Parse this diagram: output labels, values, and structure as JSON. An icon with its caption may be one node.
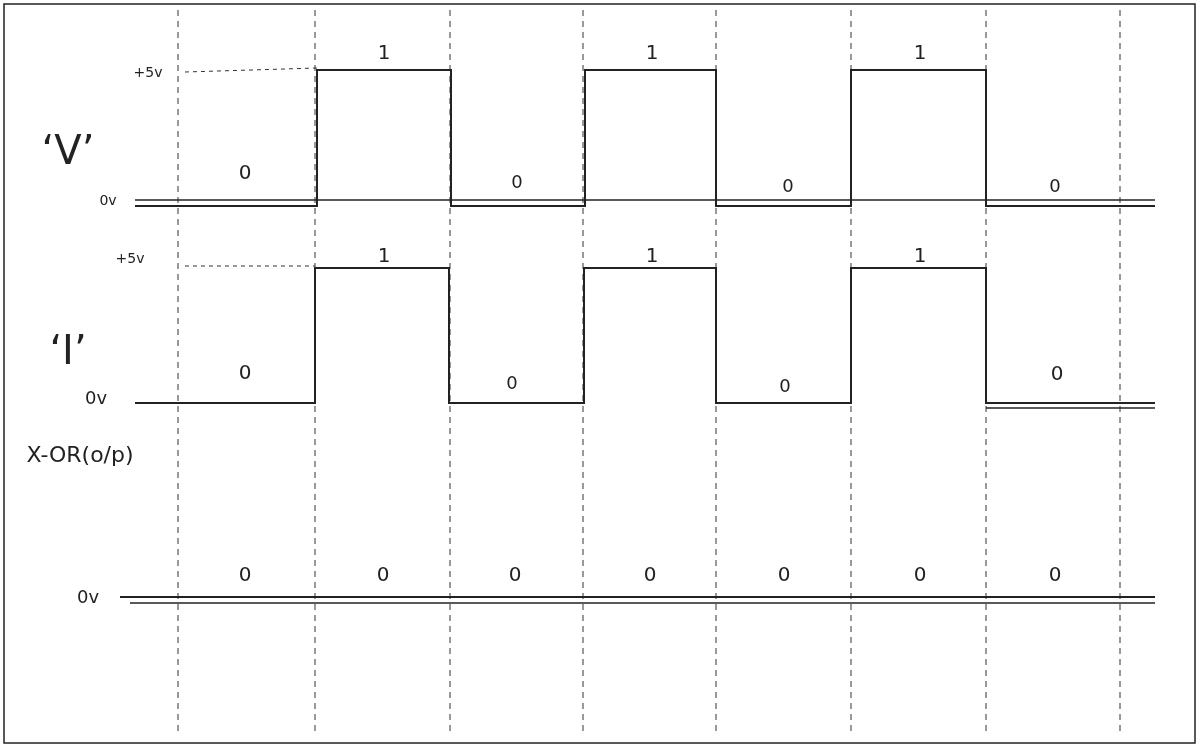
{
  "diagram": {
    "labels": [
      "1",
      "1",
      "1",
      "+5v",
      "‘V’",
      "0",
      "0",
      "0",
      "0",
      "0v",
      "+5v",
      "1",
      "1",
      "1",
      "‘I’",
      "0",
      "0",
      "0",
      "0",
      "0v",
      "X-OR(o/p)",
      "0",
      "0",
      "0",
      "0",
      "0",
      "0",
      "0",
      "0v"
    ]
  }
}
